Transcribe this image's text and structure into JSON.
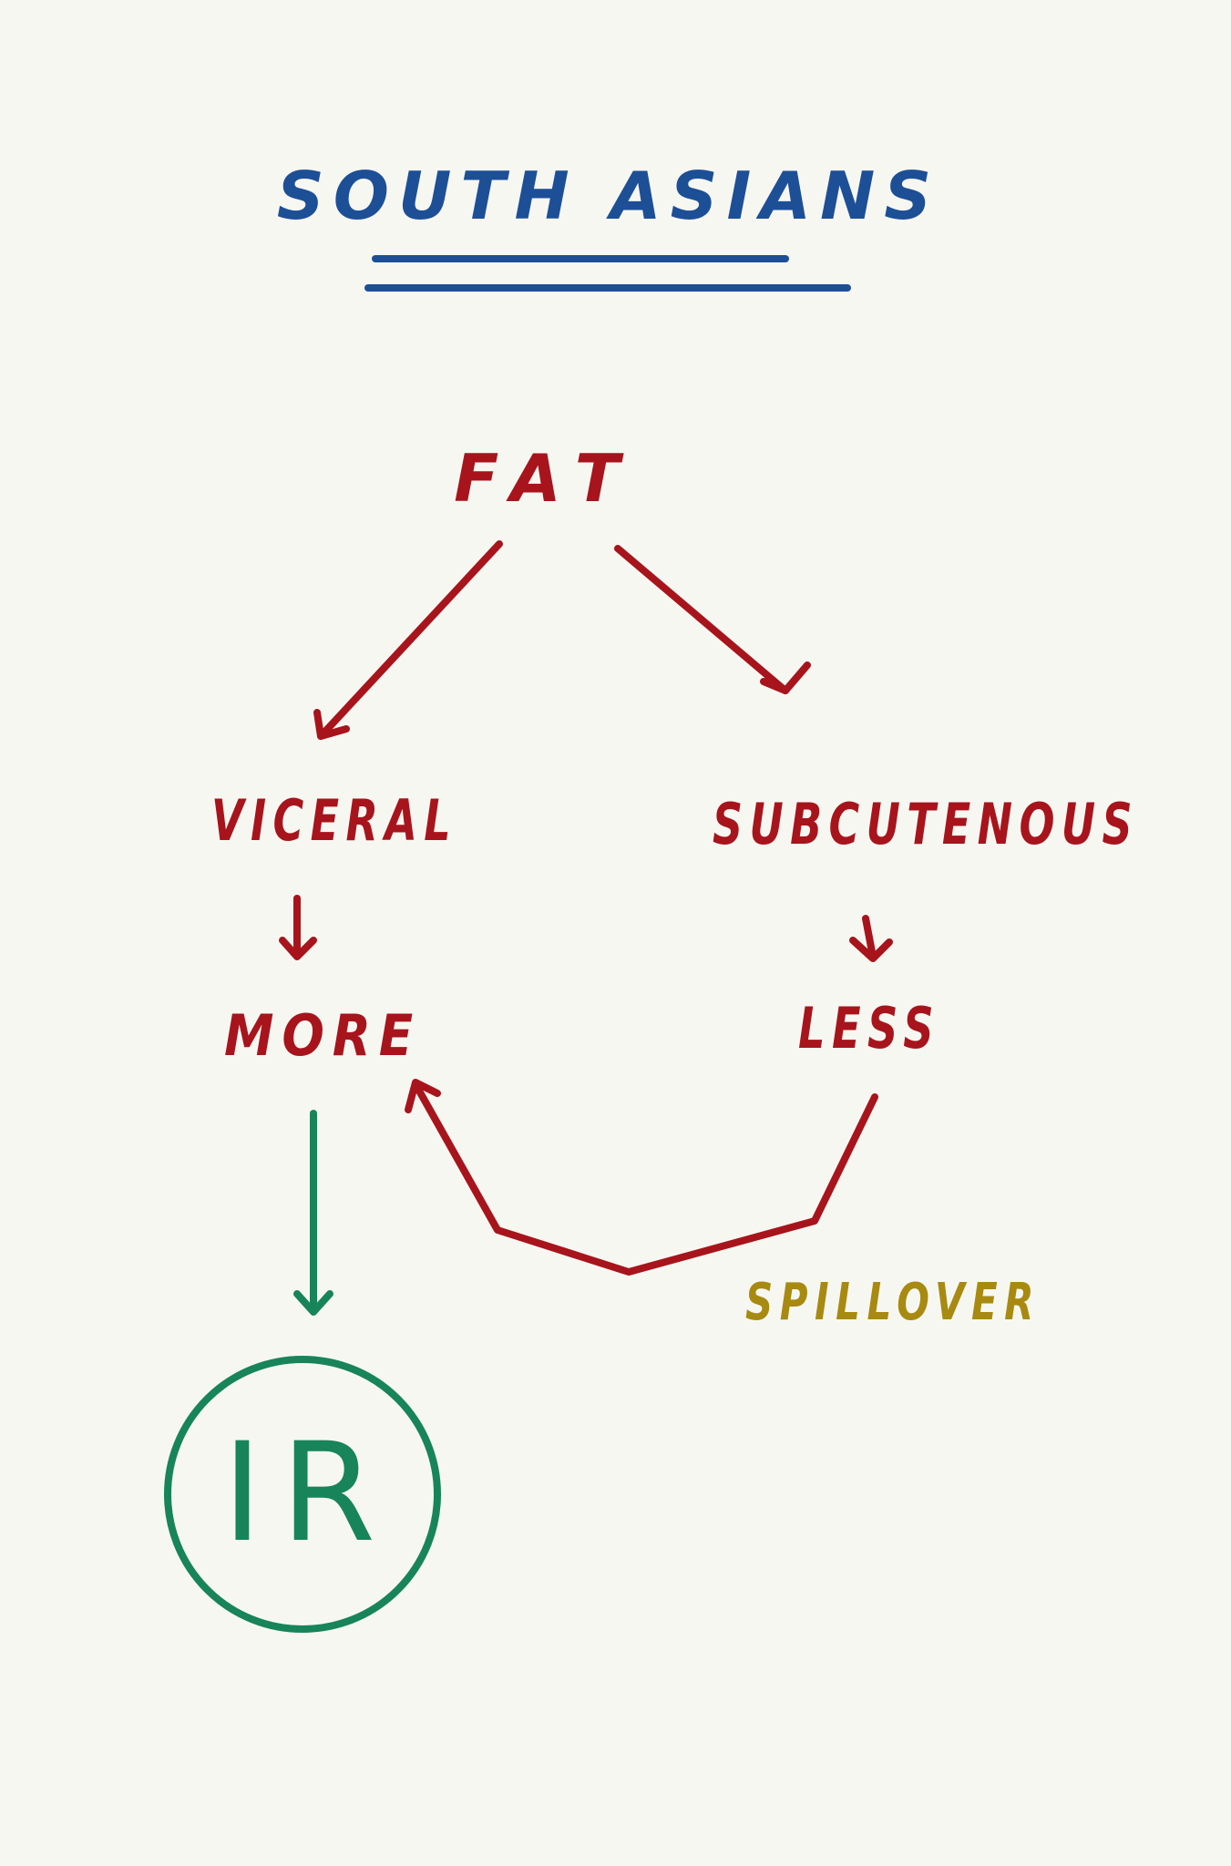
{
  "title": "SOUTH ASIANS",
  "nodes": {
    "fat": "FAT",
    "visceral": "VICERAL",
    "subcutaneous": "SUBCUTENOUS",
    "more": "MORE",
    "less": "LESS",
    "ir": "IR"
  },
  "labels": {
    "spillover": "SPILLOVER"
  },
  "colors": {
    "background": "#f7f7f2",
    "title": "#1d4f97",
    "main": "#a8141c",
    "outcome": "#17845a",
    "annotation": "#a88a10"
  }
}
